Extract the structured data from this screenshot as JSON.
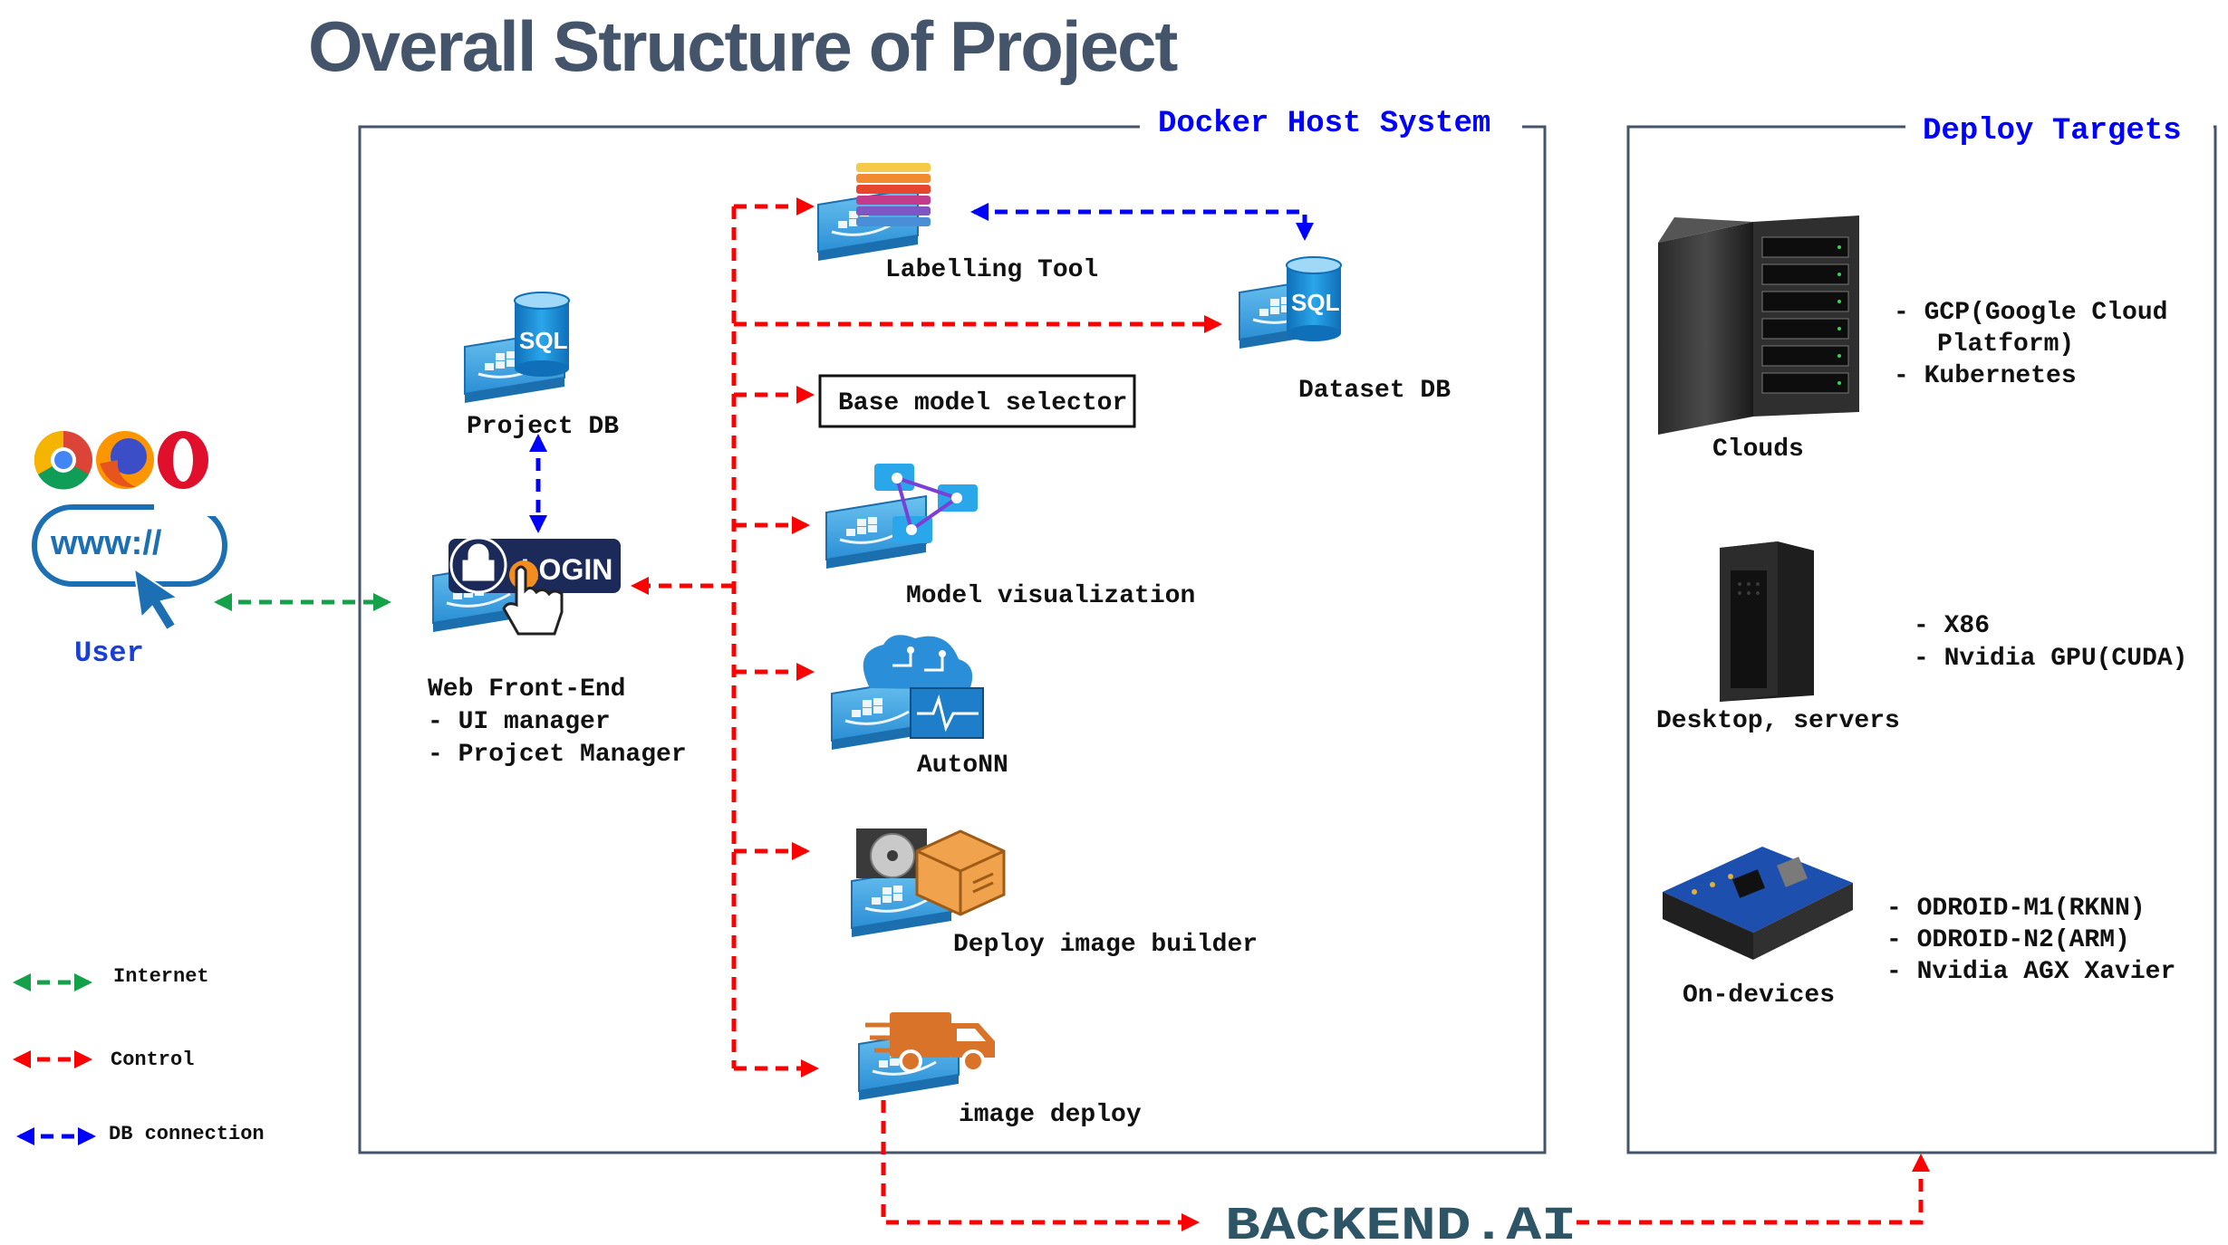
{
  "title": "Overall Structure of Project",
  "docker_host": {
    "title": "Docker Host System"
  },
  "deploy_targets": {
    "title": "Deploy Targets",
    "clouds": {
      "label": "Clouds",
      "details": [
        "- GCP(Google Cloud",
        "Platform)",
        "- Kubernetes"
      ]
    },
    "desktop": {
      "label": "Desktop, servers",
      "details": [
        "- X86",
        "- Nvidia GPU(CUDA)"
      ]
    },
    "ondevices": {
      "label": "On-devices",
      "details": [
        "- ODROID-M1(RKNN)",
        "- ODROID-N2(ARM)",
        "- Nvidia AGX Xavier"
      ]
    }
  },
  "user": {
    "label": "User",
    "url_text": "www://",
    "browser_icons": [
      "chrome-icon",
      "firefox-icon",
      "opera-icon"
    ]
  },
  "components": {
    "project_db": {
      "label": "Project DB",
      "badge": "SQL"
    },
    "dataset_db": {
      "label": "Dataset DB",
      "badge": "SQL"
    },
    "web_frontend": {
      "label": "Web Front-End",
      "details": [
        "- UI manager",
        "- Projcet Manager"
      ],
      "login_text": "LOGIN"
    },
    "labelling_tool": {
      "label": "Labelling Tool"
    },
    "base_model_selector": {
      "label": "Base model selector"
    },
    "model_visualization": {
      "label": "Model visualization"
    },
    "autonn": {
      "label": "AutoNN"
    },
    "deploy_image_builder": {
      "label": "Deploy image builder"
    },
    "image_deploy": {
      "label": "image deploy"
    }
  },
  "backend_logo": {
    "text": "BACKEND.AI"
  },
  "legend": {
    "internet": "Internet",
    "control": "Control",
    "db_connection": "DB connection"
  },
  "colors": {
    "control": "#ff0000",
    "db": "#0000ff",
    "internet": "#15a04a",
    "title": "#44546a",
    "section_title": "#0000ff",
    "docker_blue": "#2b8fd6",
    "backend_green": "#3fb37f"
  }
}
